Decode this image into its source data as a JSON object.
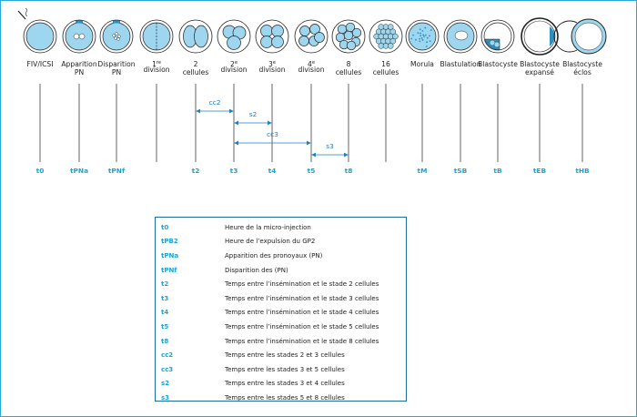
{
  "colors": {
    "cyan": "#1aa3d6",
    "arrow_blue": "#1f7fbf",
    "cell_fill": "#9fd6ef",
    "cell_dark": "#2a8fc2",
    "outline": "#222222"
  },
  "stages": [
    {
      "label": "FIV/ICSI",
      "code": "t0"
    },
    {
      "label": "Apparition PN",
      "code": "tPNa"
    },
    {
      "label": "Disparition PN",
      "code": "tPNf"
    },
    {
      "label": "1re division",
      "code": ""
    },
    {
      "label": "2 cellules",
      "code": "t2"
    },
    {
      "label": "2e division",
      "code": "t3"
    },
    {
      "label": "3e division",
      "code": "t4"
    },
    {
      "label": "4e division",
      "code": "t5"
    },
    {
      "label": "8 cellules",
      "code": "t8"
    },
    {
      "label": "16 cellules",
      "code": ""
    },
    {
      "label": "Morula",
      "code": "tM"
    },
    {
      "label": "Blastulation",
      "code": "tSB"
    },
    {
      "label": "Blastocyste",
      "code": "tB"
    },
    {
      "label": "Blastocyste expansé",
      "code": "tEB"
    },
    {
      "label": "Blastocyste éclos",
      "code": "tHB"
    }
  ],
  "intervals": [
    {
      "label": "cc2",
      "from_stage": 4,
      "to_stage": 5
    },
    {
      "label": "s2",
      "from_stage": 5,
      "to_stage": 6
    },
    {
      "label": "cc3",
      "from_stage": 5,
      "to_stage": 7
    },
    {
      "label": "s3",
      "from_stage": 7,
      "to_stage": 8
    }
  ],
  "legend": [
    {
      "code": "t0",
      "desc": "Heure de la micro-injection"
    },
    {
      "code": "tPB2",
      "desc": "Heure de l’expulsion du GP2"
    },
    {
      "code": "tPNa",
      "desc": "Apparition des pronoyaux (PN)"
    },
    {
      "code": "tPNf",
      "desc": "Disparition des (PN)"
    },
    {
      "code": "t2",
      "desc": "Temps entre l’insémination et le stade 2 cellules"
    },
    {
      "code": "t3",
      "desc": "Temps entre l’insémination et le stade 3 cellules"
    },
    {
      "code": "t4",
      "desc": "Temps entre l’insémination et le stade 4 cellules"
    },
    {
      "code": "t5",
      "desc": "Temps entre l’insémination et le stade 5 cellules"
    },
    {
      "code": "t8",
      "desc": "Temps entre l’insémination et le stade 8 cellules"
    },
    {
      "code": "cc2",
      "desc": "Temps entre les stades 2 et 3 cellules"
    },
    {
      "code": "cc3",
      "desc": "Temps entre les stades 3 et 5 cellules"
    },
    {
      "code": "s2",
      "desc": "Temps entre les stades 3 et 4 cellules"
    },
    {
      "code": "s3",
      "desc": "Temps entre les stades 5 et 8 cellules"
    }
  ]
}
